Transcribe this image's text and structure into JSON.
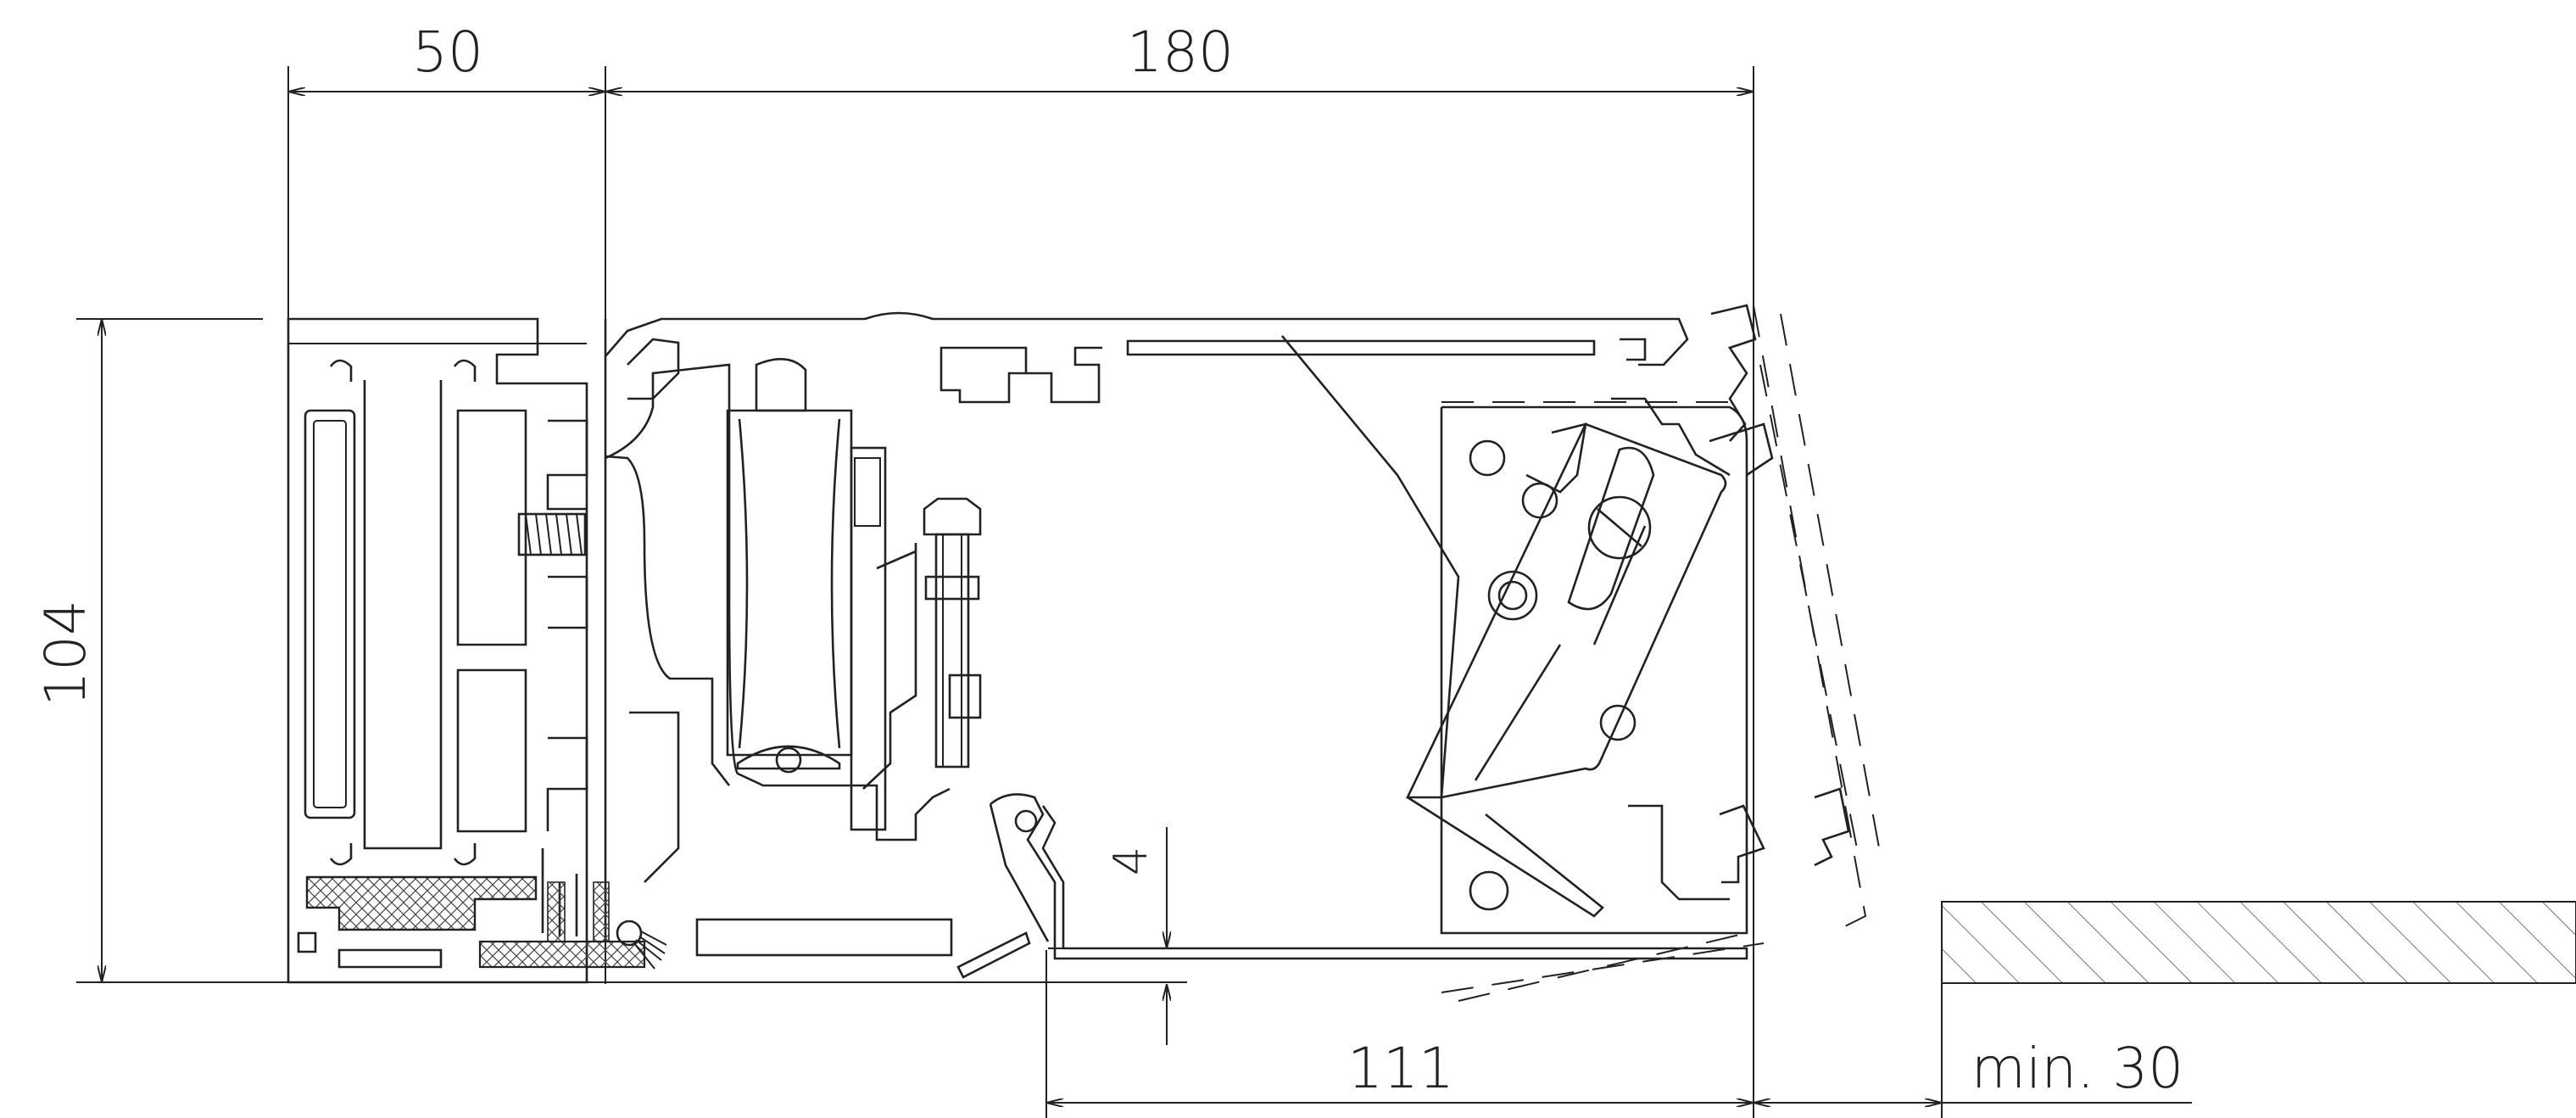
{
  "dimensions": {
    "top_left": "50",
    "top_right": "180",
    "left_vertical": "104",
    "bottom_middle": "111",
    "bottom_right": "min. 30",
    "small_gap": "4"
  },
  "colors": {
    "line": "#222222",
    "background": "#ffffff"
  }
}
